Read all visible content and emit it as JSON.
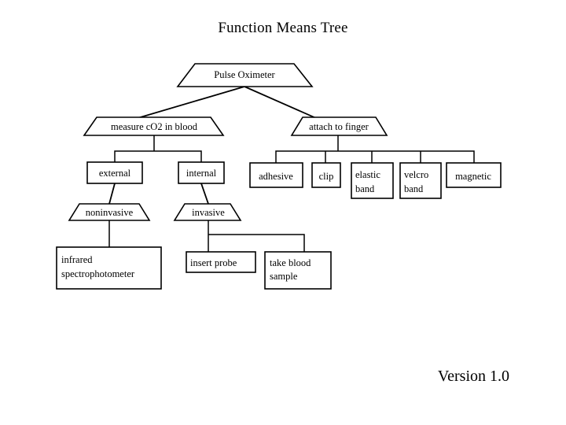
{
  "document": {
    "title": "Function Means Tree",
    "version": "Version 1.0"
  },
  "diagram": {
    "type": "function-means-tree",
    "shapes": {
      "function": "trapezoid",
      "means": "rectangle"
    },
    "colors": {
      "background": "#ffffff",
      "stroke": "#000000",
      "fill": "#ffffff",
      "text": "#000000"
    },
    "nodes": {
      "root": {
        "label": "Pulse Oximeter",
        "shape": "trapezoid",
        "level": 0
      },
      "f1": {
        "label": "measure cO2 in blood",
        "shape": "trapezoid",
        "level": 1
      },
      "f2": {
        "label": "attach to finger",
        "shape": "trapezoid",
        "level": 1
      },
      "m1": {
        "label": "external",
        "shape": "rectangle",
        "level": 2
      },
      "m2": {
        "label": "internal",
        "shape": "rectangle",
        "level": 2
      },
      "f3": {
        "label": "noninvasive",
        "shape": "trapezoid",
        "level": 3
      },
      "f4": {
        "label": "invasive",
        "shape": "trapezoid",
        "level": 3
      },
      "m3l1": {
        "label": "infrared",
        "shape": "rectangle",
        "level": 4
      },
      "m3l2": {
        "label": "spectrophotometer",
        "shape": "rectangle",
        "level": 4
      },
      "m4": {
        "label": "insert probe",
        "shape": "rectangle",
        "level": 4
      },
      "m5l1": {
        "label": "take blood",
        "shape": "rectangle",
        "level": 4
      },
      "m5l2": {
        "label": "sample",
        "shape": "rectangle",
        "level": 4
      },
      "a1": {
        "label": "adhesive",
        "shape": "rectangle",
        "level": 2
      },
      "a2": {
        "label": "clip",
        "shape": "rectangle",
        "level": 2
      },
      "a3l1": {
        "label": "elastic",
        "shape": "rectangle",
        "level": 2
      },
      "a3l2": {
        "label": "band",
        "shape": "rectangle",
        "level": 2
      },
      "a4l1": {
        "label": "velcro",
        "shape": "rectangle",
        "level": 2
      },
      "a4l2": {
        "label": "band",
        "shape": "rectangle",
        "level": 2
      },
      "a5": {
        "label": "magnetic",
        "shape": "rectangle",
        "level": 2
      }
    },
    "edges": [
      {
        "from": "root",
        "to": "f1",
        "style": "diagonal"
      },
      {
        "from": "root",
        "to": "f2",
        "style": "diagonal"
      },
      {
        "from": "f1",
        "to": "m1",
        "style": "orthogonal"
      },
      {
        "from": "f1",
        "to": "m2",
        "style": "orthogonal"
      },
      {
        "from": "m1",
        "to": "f3",
        "style": "diagonal"
      },
      {
        "from": "m2",
        "to": "f4",
        "style": "diagonal"
      },
      {
        "from": "f3",
        "to": "m3",
        "style": "straight"
      },
      {
        "from": "f4",
        "to": "m4",
        "style": "orthogonal"
      },
      {
        "from": "f4",
        "to": "m5",
        "style": "orthogonal"
      },
      {
        "from": "f2",
        "to": "a1",
        "style": "orthogonal"
      },
      {
        "from": "f2",
        "to": "a2",
        "style": "orthogonal"
      },
      {
        "from": "f2",
        "to": "a3",
        "style": "orthogonal"
      },
      {
        "from": "f2",
        "to": "a4",
        "style": "orthogonal"
      },
      {
        "from": "f2",
        "to": "a5",
        "style": "orthogonal"
      }
    ]
  }
}
